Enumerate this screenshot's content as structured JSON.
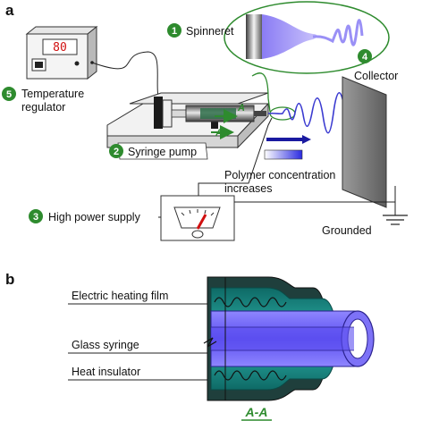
{
  "panel_a": {
    "label": "a",
    "display_value": "80",
    "section_marker": "A",
    "components": [
      {
        "number": "1",
        "label": "Spinneret"
      },
      {
        "number": "2",
        "label": "Syringe pump"
      },
      {
        "number": "3",
        "label": "High power supply"
      },
      {
        "number": "4",
        "label": "Collector"
      },
      {
        "number": "5",
        "label_line1": "Temperature",
        "label_line2": "regulator"
      }
    ],
    "polymer_note_line1": "Polymer concentration",
    "polymer_note_line2": "increases",
    "grounded_label": "Grounded"
  },
  "panel_b": {
    "label": "b",
    "labels": [
      "Electric heating film",
      "Glass syringe",
      "Heat insulator"
    ],
    "section_label": "A-A"
  },
  "colors": {
    "badge_green": "#2e8b2e",
    "jet_blue": "#3a3ad0",
    "teal": "#1f8c86",
    "syringe_purple": "#6a5cf0",
    "display_red": "#d01010"
  }
}
